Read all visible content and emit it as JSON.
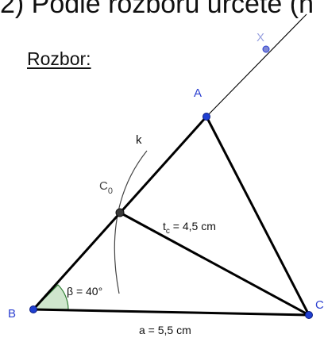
{
  "heading": "2) Podle rozboru určete (n",
  "section_label": "Rozbor:",
  "points": {
    "A": "A",
    "B": "B",
    "C": "C",
    "C0": "C",
    "C0_sub": "0",
    "X": "X"
  },
  "arc_label": "k",
  "measures": {
    "angle_beta": "β = 40°",
    "median_prefix": "t",
    "median_sub": "c",
    "median_value": " = 4,5 cm",
    "side_a": "a = 5,5 cm"
  },
  "colors": {
    "point_fill": "#1f3fd1",
    "point_label": "#2b3fd0",
    "c0_fill": "#3a3a3a",
    "x_fill": "#7d86d6",
    "angle_fill": "#cfe6cd",
    "angle_stroke": "#2e7d32",
    "line": "#000000"
  }
}
